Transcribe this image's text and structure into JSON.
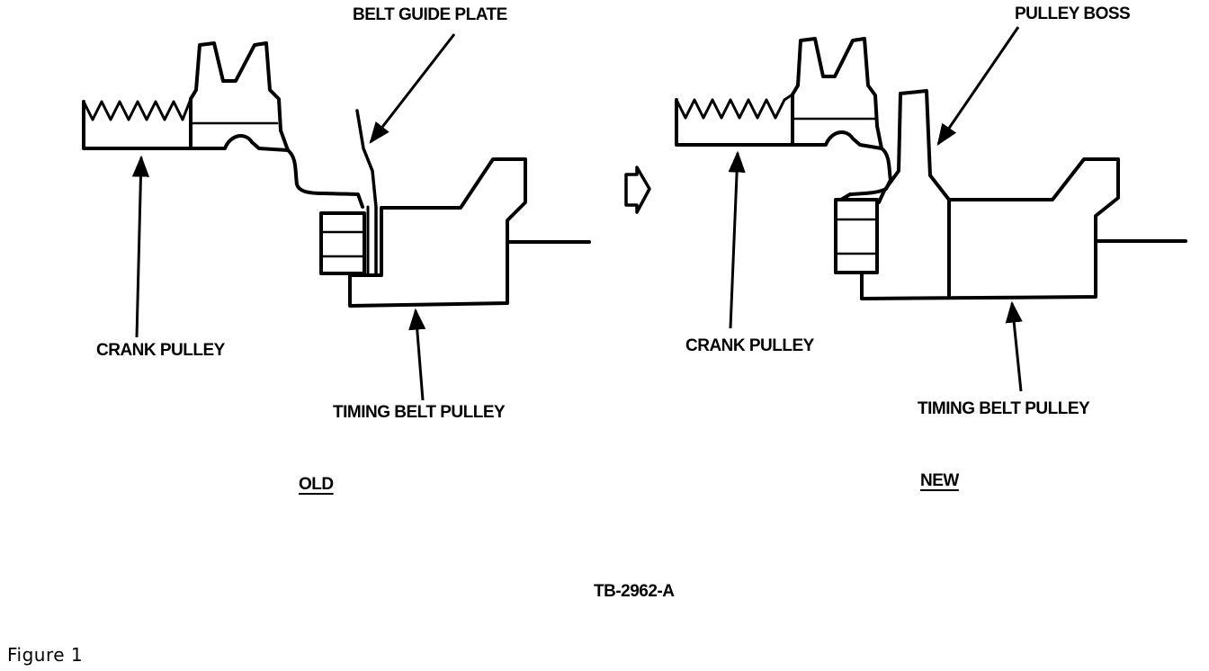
{
  "labels": {
    "belt_guide_plate": "BELT GUIDE PLATE",
    "pulley_boss": "PULLEY BOSS",
    "old_crank_pulley": "CRANK PULLEY",
    "new_crank_pulley": "CRANK PULLEY",
    "old_timing_belt_pulley": "TIMING BELT PULLEY",
    "new_timing_belt_pulley": "TIMING BELT PULLEY",
    "old": "OLD",
    "new": "NEW",
    "ref_code": "TB-2962-A"
  },
  "caption": "Figure 1",
  "icons": {
    "transition": "right-arrow-icon"
  }
}
